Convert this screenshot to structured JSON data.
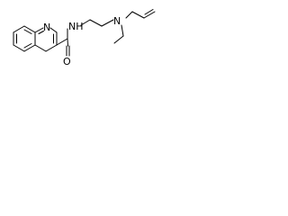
{
  "molecule": {
    "atoms": {
      "ring_n": "N",
      "amide_nh": "NH",
      "carbonyl_o": "O",
      "amine_n": "N"
    }
  },
  "colors": {
    "bond": "#000000",
    "background": "#ffffff"
  }
}
